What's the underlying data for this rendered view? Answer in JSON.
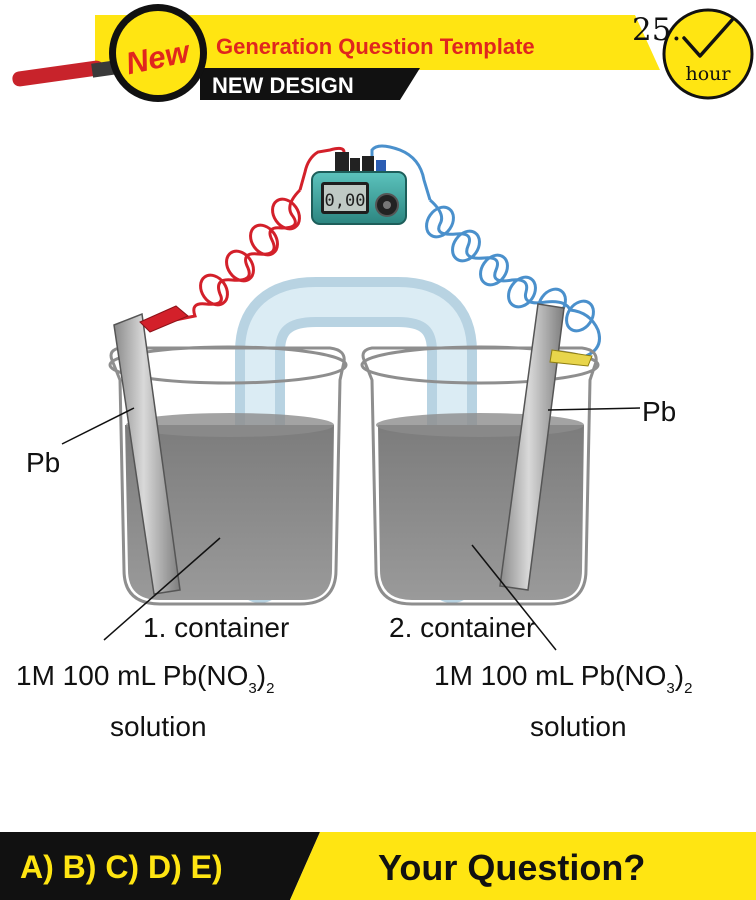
{
  "header": {
    "badge": "New",
    "title": "Generation Question Template",
    "subtitle": "NEW DESIGN",
    "clock_number": "25.",
    "clock_unit": "hour"
  },
  "colors": {
    "yellow": "#ffe512",
    "black": "#111111",
    "red": "#d3202a",
    "blue": "#4a90cc",
    "teal": "#3fa6a0"
  },
  "meter": {
    "reading": "0,00"
  },
  "diagram": {
    "left_electrode": "Pb",
    "right_electrode": "Pb",
    "left_container": "1. container",
    "right_container": "2. container",
    "left_solution_main": "1M 100 mL Pb(NO",
    "left_solution_sub1": "3",
    "left_solution_close": ")",
    "left_solution_sub2": "2",
    "left_solution_word": "solution",
    "right_solution_main": "1M 100 mL Pb(NO",
    "right_solution_sub1": "3",
    "right_solution_close": ")",
    "right_solution_sub2": "2",
    "right_solution_word": "solution"
  },
  "footer": {
    "answers": "A) B) C) D) E)",
    "question": "Your Question?"
  }
}
